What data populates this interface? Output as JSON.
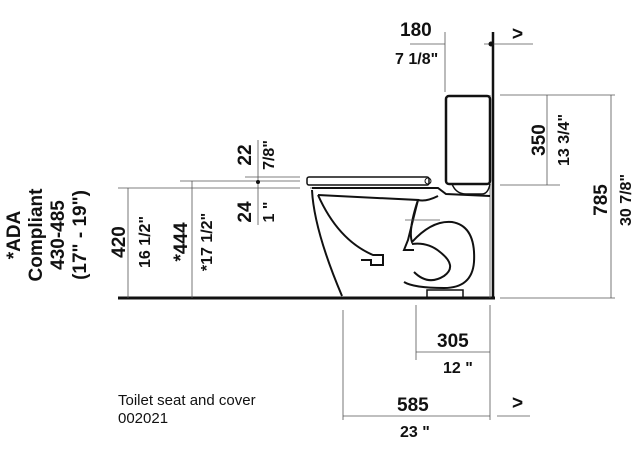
{
  "title": "Toilet side elevation dimension drawing",
  "dimensions": {
    "tank_offset_mm": "180",
    "tank_offset_in": "7 1/8\"",
    "tank_height_mm": "350",
    "tank_height_in": "13 3/4\"",
    "total_height_mm": "785",
    "total_height_in": "30 7/8\"",
    "seat_thickness_mm": "22",
    "seat_thickness_in": "7/8\"",
    "seat_gap_mm": "24",
    "seat_gap_in": "1 \"",
    "rim_height_mm": "420",
    "rim_height_in": "16 1/2\"",
    "seat_height_mm": "*444",
    "seat_height_in": "*17 1/2\"",
    "rough_in_mm": "305",
    "rough_in_in": "12 \"",
    "depth_mm": "585",
    "depth_in": "23 \""
  },
  "ada_note": {
    "line1": "*ADA",
    "line2": "Compliant",
    "line3": "430-485",
    "line4": "(17\" - 19\")"
  },
  "wall_symbol": ">",
  "accessory": {
    "label": "Toilet seat and cover",
    "code": "002021"
  }
}
